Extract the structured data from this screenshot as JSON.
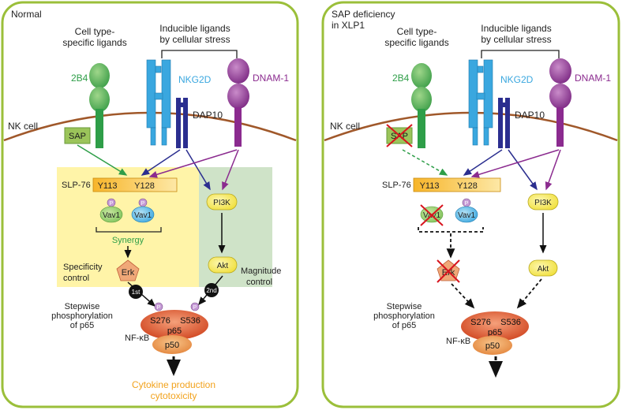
{
  "colors": {
    "frame": "#9bbf3a",
    "membrane": "#a0582a",
    "b4": "#2e9e48",
    "b4_light": "#6abf5a",
    "nkg2d": "#3aa7df",
    "dap10": "#2b2e8f",
    "dnam1": "#8b2b8f",
    "slp_fill": "#f6c24a",
    "specificity_box": "#fff4a8",
    "magnitude_box": "#cfe3c8",
    "pill": "#f6e85a",
    "erk": "#f0a878",
    "p65": "#e0622e",
    "p50": "#f1a25c",
    "cytokine_text": "#f2a21c",
    "synergy": "#2e9e48",
    "cross": "#d8141e",
    "phospho": "#c59ad6"
  },
  "left_panel": {
    "title": "Normal",
    "cell_type_ligands_line1": "Cell type-",
    "cell_type_ligands_line2": "specific ligands",
    "inducible_line1": "Inducible ligands",
    "inducible_line2": "by cellular stress",
    "receptor_2b4": "2B4",
    "receptor_nkg2d": "NKG2D",
    "receptor_dnam1": "DNAM-1",
    "dap10": "DAP10",
    "nk_cell": "NK cell",
    "sap": "SAP",
    "slp76": "SLP-76",
    "y113": "Y113",
    "y128": "Y128",
    "p": "P",
    "vav1": "Vav1",
    "synergy": "Synergy",
    "erk": "Erk",
    "pi3k": "PI3K",
    "akt": "Akt",
    "specificity_line1": "Specificity",
    "specificity_line2": "control",
    "magnitude_line1": "Magnitude",
    "magnitude_line2": "control",
    "first": "1st",
    "second": "2nd",
    "stepwise_line1": "Stepwise",
    "stepwise_line2": "phosphorylation",
    "stepwise_line3": "of p65",
    "s276": "S276",
    "s536": "S536",
    "p65": "p65",
    "nfkb": "NF-κB",
    "p50": "p50",
    "cytokine_line1": "Cytokine production",
    "cytokine_line2": "cytotoxicity"
  },
  "right_panel": {
    "title_line1": "SAP deficiency",
    "title_line2": "in XLP1",
    "cell_type_ligands_line1": "Cell type-",
    "cell_type_ligands_line2": "specific ligands",
    "inducible_line1": "Inducible ligands",
    "inducible_line2": "by cellular stress",
    "receptor_2b4": "2B4",
    "receptor_nkg2d": "NKG2D",
    "receptor_dnam1": "DNAM-1",
    "dap10": "DAP10",
    "nk_cell": "NK cell",
    "sap": "SAP",
    "slp76": "SLP-76",
    "y113": "Y113",
    "y128": "Y128",
    "p": "P",
    "vav1": "Vav1",
    "erk": "Erk",
    "pi3k": "PI3K",
    "akt": "Akt",
    "stepwise_line1": "Stepwise",
    "stepwise_line2": "phosphorylation",
    "stepwise_line3": "of p65",
    "s276": "S276",
    "s536": "S536",
    "p65": "p65",
    "nfkb": "NF-κB",
    "p50": "p50"
  }
}
